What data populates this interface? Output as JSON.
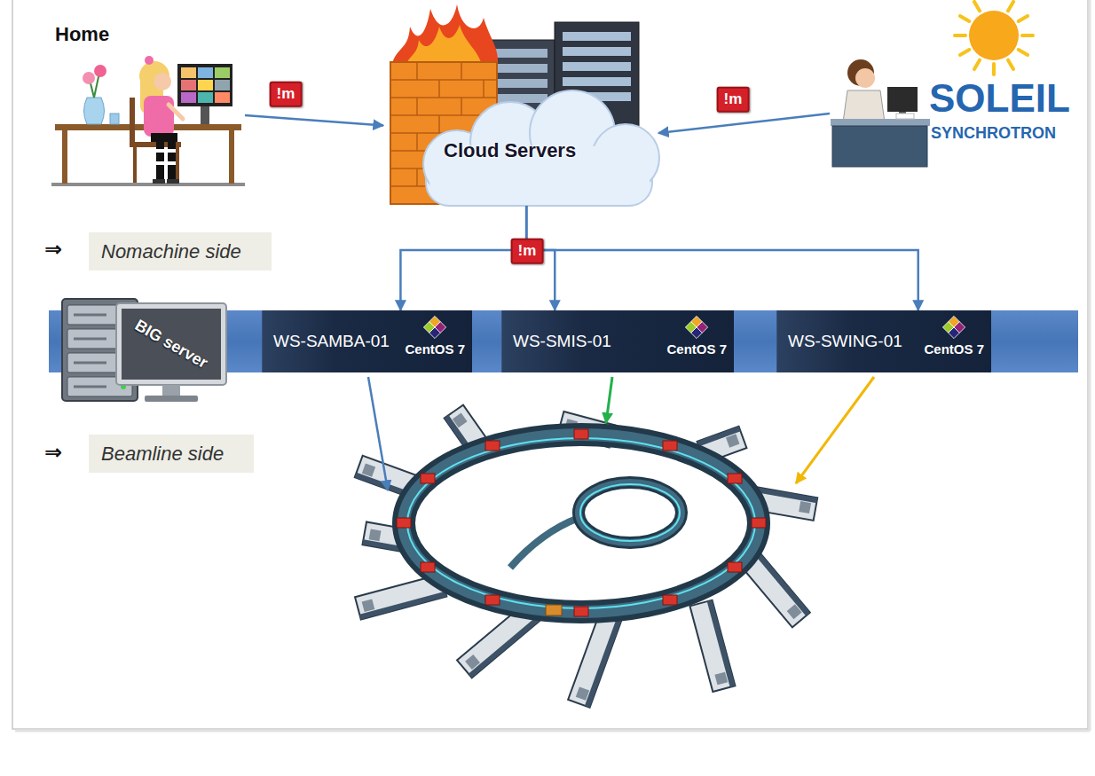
{
  "diagram": {
    "nodes": [
      {
        "text": [
          "Home"
        ]
      },
      {
        "text": [
          "Cloud Servers"
        ]
      },
      {
        "text": [
          "SOLEIL",
          "SYNCHROTRON"
        ]
      },
      {
        "text": [
          "BIG server"
        ]
      },
      {
        "text": [
          "WS-SAMBA-01",
          "CentOS 7"
        ],
        "in": 3
      },
      {
        "text": [
          "WS-SMIS-01",
          "CentOS 7"
        ],
        "in": 3
      },
      {
        "text": [
          "WS-SWING-01",
          "CentOS 7"
        ],
        "in": 3
      }
    ],
    "edges": [
      {
        "from": 0,
        "to": 1,
        "arrow": "to",
        "label": "!m"
      },
      {
        "from": 2,
        "to": 1,
        "arrow": "to",
        "label": "!m"
      },
      {
        "from": 1,
        "to": 4,
        "arrow": "to"
      },
      {
        "from": 1,
        "to": 5,
        "arrow": "to"
      },
      {
        "from": 1,
        "to": 6,
        "arrow": "to"
      }
    ],
    "labels": [
      "!m",
      "⇒",
      "Nomachine side",
      "⇒",
      "Beamline side"
    ]
  }
}
